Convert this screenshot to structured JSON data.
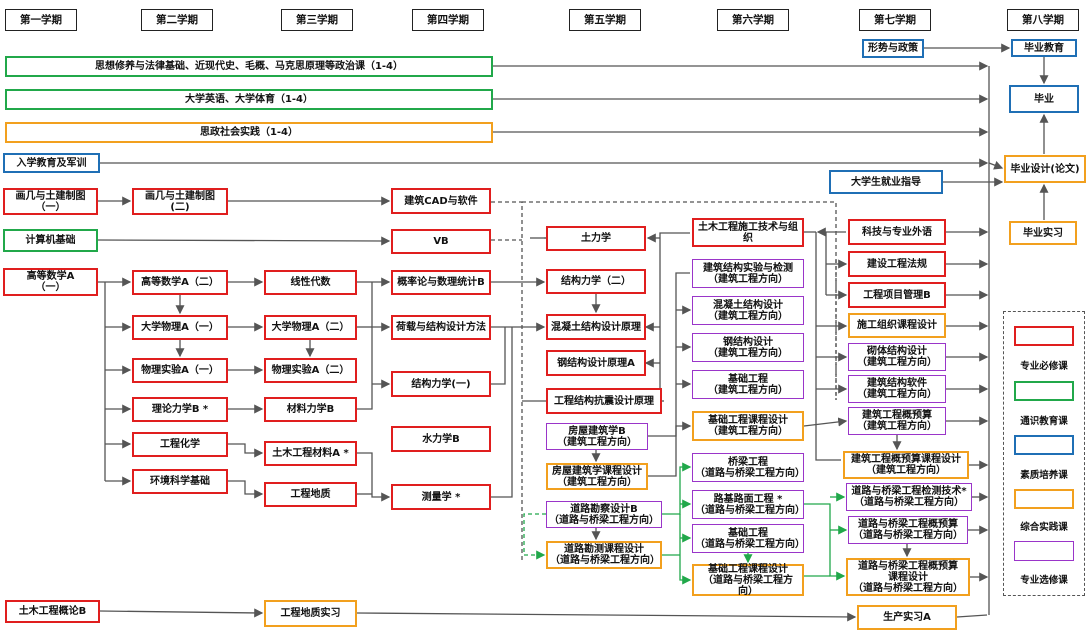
{
  "semesters": [
    "第一学期",
    "第二学期",
    "第三学期",
    "第四学期",
    "第五学期",
    "第六学期",
    "第七学期",
    "第八学期"
  ],
  "courses": {
    "politics": "思想修养与法律基础、近现代史、毛概、马克思原理等政治课（1-4）",
    "english_pe": "大学英语、大学体育（1-4）",
    "practice": "思政社会实践（1-4）",
    "military": "入学教育及军训",
    "situation": "形势与政策",
    "grad_edu": "毕业教育",
    "graduate": "毕业",
    "thesis": "毕业设计(论文)",
    "career": "大学生就业指导",
    "intern": "毕业实习",
    "draw1": "画几与土建制图\n（一）",
    "draw2": "画几与土建制图\n(二)",
    "cad": "建筑CAD与软件",
    "computer": "计算机基础",
    "vb": "VB",
    "math1": "高等数学A\n（一）",
    "math2": "高等数学A（二）",
    "linear": "线性代数",
    "prob": "概率论与数理统计B",
    "phys1": "大学物理A（一）",
    "phys2": "大学物理A（二）",
    "load": "荷载与结构设计方法",
    "lab1": "物理实验A（一）",
    "lab2": "物理实验A（二）",
    "struct1": "结构力学(一)",
    "theory": "理论力学B *",
    "material_mech": "材料力学B",
    "chem": "工程化学",
    "civil_mat": "土木工程材料A *",
    "hydraulics": "水力学B",
    "env": "环境科学基础",
    "geology": "工程地质",
    "survey": "测量学 *",
    "intro": "土木工程概论B",
    "geo_intern": "工程地质实习",
    "prod_intern": "生产实习A",
    "soil": "土力学",
    "struct2": "结构力学（二）",
    "concrete_p": "混凝土结构设计原理",
    "steel_p": "钢结构设计原理A",
    "seismic": "工程结构抗震设计原理",
    "house_b": "房屋建筑学B\n（建筑工程方向）",
    "house_cd": "房屋建筑学课程设计\n（建筑工程方向）",
    "road_survey": "道路勘察设计B\n（道路与桥梁工程方向）",
    "road_survey_cd": "道路勘测课程设计\n（道路与桥梁工程方向）",
    "construction": "土木工程施工技术与组\n织",
    "exp_test": "建筑结构实验与检测\n（建筑工程方向）",
    "concrete_d": "混凝土结构设计\n（建筑工程方向）",
    "steel_d": "钢结构设计\n（建筑工程方向）",
    "foundation": "基础工程\n（建筑工程方向）",
    "foundation_cd": "基础工程课程设计\n（建筑工程方向）",
    "bridge": "桥梁工程\n（道路与桥梁工程方向）",
    "pavement": "路基路面工程 *\n（道路与桥梁工程方向）",
    "foundation_r": "基础工程\n（道路与桥梁工程方向）",
    "foundation_r_cd": "基础工程课程设计\n（道路与桥梁工程方向）",
    "sci_eng": "科技与专业外语",
    "law": "建设工程法规",
    "mgmt": "工程项目管理B",
    "const_cd": "施工组织课程设计",
    "masonry": "砌体结构设计\n（建筑工程方向）",
    "software": "建筑结构软件\n（建筑工程方向）",
    "budget": "建筑工程概预算\n（建筑工程方向）",
    "budget_cd": "建筑工程概预算课程设计\n（建筑工程方向）",
    "road_test": "道路与桥梁工程检测技术*\n（道路与桥梁工程方向）",
    "road_budget": "道路与桥梁工程概预算\n（道路与桥梁工程方向）",
    "road_budget_cd": "道路与桥梁工程概预算\n课程设计\n（道路与桥梁工程方向）"
  },
  "legend": [
    "专业必修课",
    "通识教育课",
    "素质培养课",
    "综合实践课",
    "专业选修课"
  ],
  "colors": {
    "required": "#e01e1e",
    "general": "#21a84a",
    "quality": "#1f6fb5",
    "practice": "#f2a01e",
    "elective": "#9a35c9",
    "line": "#555555"
  }
}
